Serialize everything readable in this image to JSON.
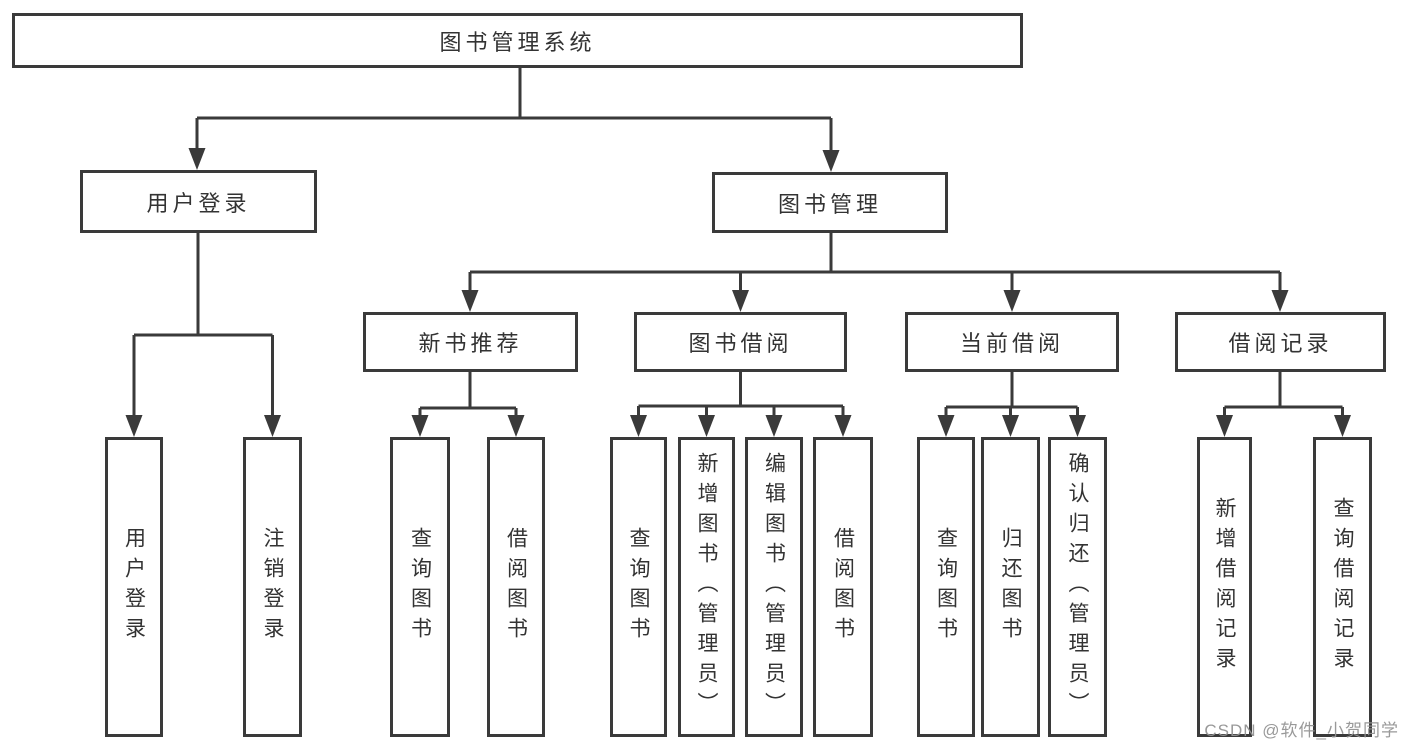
{
  "diagram": {
    "root": {
      "label": "图书管理系统"
    },
    "branches": [
      {
        "label": "用户登录",
        "children": [
          {
            "label": "用户登录"
          },
          {
            "label": "注销登录"
          }
        ]
      },
      {
        "label": "图书管理",
        "children": [
          {
            "label": "新书推荐",
            "children": [
              {
                "label": "查询图书"
              },
              {
                "label": "借阅图书"
              }
            ]
          },
          {
            "label": "图书借阅",
            "children": [
              {
                "label": "查询图书"
              },
              {
                "label": "新增图书（管理员）"
              },
              {
                "label": "编辑图书（管理员）"
              },
              {
                "label": "借阅图书"
              }
            ]
          },
          {
            "label": "当前借阅",
            "children": [
              {
                "label": "查询图书"
              },
              {
                "label": "归还图书"
              },
              {
                "label": "确认归还（管理员）"
              }
            ]
          },
          {
            "label": "借阅记录",
            "children": [
              {
                "label": "新增借阅记录"
              },
              {
                "label": "查询借阅记录"
              }
            ]
          }
        ]
      }
    ],
    "watermark": "CSDN @软件_小贺同学",
    "colors": {
      "line": "#3a3a3a",
      "text": "#333333",
      "watermark": "#949494",
      "background": "#ffffff"
    }
  }
}
